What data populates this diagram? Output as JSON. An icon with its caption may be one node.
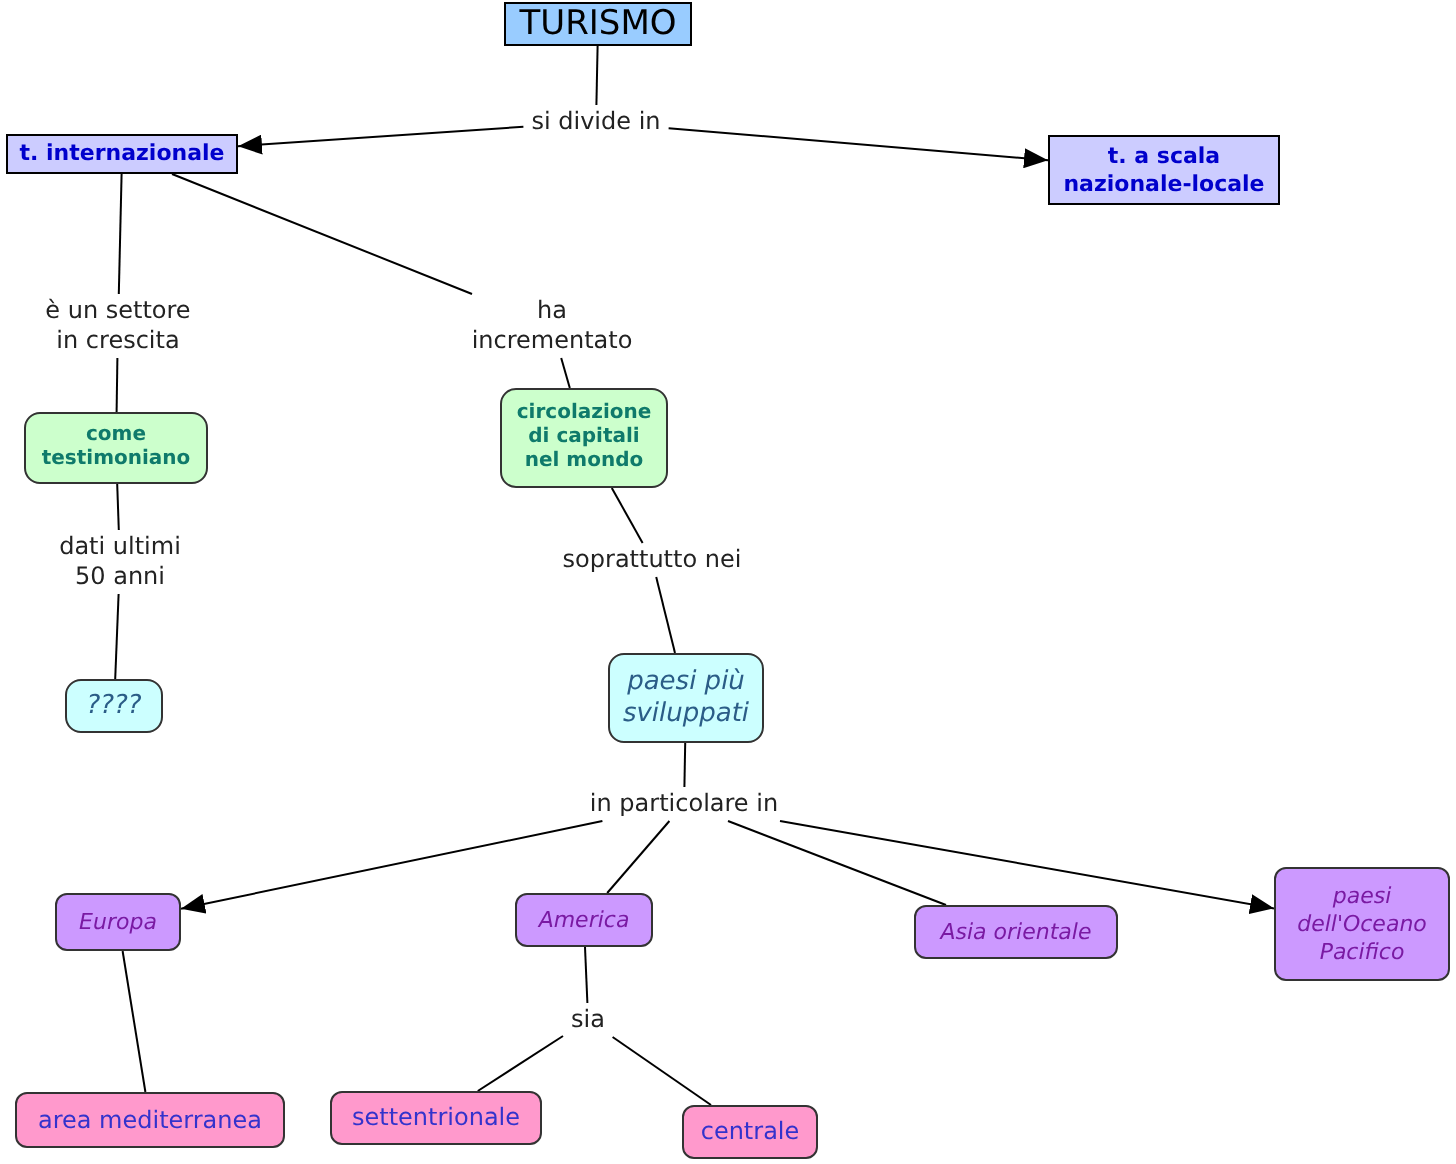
{
  "diagram": {
    "nodes": [
      {
        "text": [
          "TURISMO"
        ]
      },
      {
        "text": [
          "si divide in"
        ]
      },
      {
        "text": [
          "t. internazionale"
        ]
      },
      {
        "text": [
          "t. a scala nazionale-locale"
        ]
      },
      {
        "text": [
          "è un settore in crescita"
        ]
      },
      {
        "text": [
          "ha incrementato"
        ]
      },
      {
        "text": [
          "come testimoniano"
        ]
      },
      {
        "text": [
          "circolazione di capitali nel mondo"
        ]
      },
      {
        "text": [
          "dati ultimi 50 anni"
        ]
      },
      {
        "text": [
          "soprattutto nei"
        ]
      },
      {
        "text": [
          "????"
        ]
      },
      {
        "text": [
          "paesi più sviluppati"
        ]
      },
      {
        "text": [
          "in particolare in"
        ]
      },
      {
        "text": [
          "Europa"
        ]
      },
      {
        "text": [
          "America"
        ]
      },
      {
        "text": [
          "Asia orientale"
        ]
      },
      {
        "text": [
          "paesi dell'Oceano Pacifico"
        ]
      },
      {
        "text": [
          "sia"
        ]
      },
      {
        "text": [
          "area mediterranea"
        ]
      },
      {
        "text": [
          "settentrionale"
        ]
      },
      {
        "text": [
          "centrale"
        ]
      }
    ],
    "edges": [
      {
        "from": 0,
        "to": 1,
        "arrow": "none"
      },
      {
        "from": 1,
        "to": 2,
        "arrow": "to"
      },
      {
        "from": 1,
        "to": 3,
        "arrow": "to"
      },
      {
        "from": 2,
        "to": 4,
        "arrow": "none"
      },
      {
        "from": 2,
        "to": 5,
        "arrow": "none"
      },
      {
        "from": 4,
        "to": 6,
        "arrow": "none"
      },
      {
        "from": 5,
        "to": 7,
        "arrow": "none"
      },
      {
        "from": 6,
        "to": 8,
        "arrow": "none"
      },
      {
        "from": 7,
        "to": 9,
        "arrow": "none"
      },
      {
        "from": 8,
        "to": 10,
        "arrow": "none"
      },
      {
        "from": 9,
        "to": 11,
        "arrow": "none"
      },
      {
        "from": 11,
        "to": 12,
        "arrow": "none"
      },
      {
        "from": 12,
        "to": 13,
        "arrow": "to"
      },
      {
        "from": 12,
        "to": 14,
        "arrow": "none"
      },
      {
        "from": 12,
        "to": 15,
        "arrow": "none"
      },
      {
        "from": 12,
        "to": 16,
        "arrow": "to"
      },
      {
        "from": 13,
        "to": 18,
        "arrow": "none"
      },
      {
        "from": 14,
        "to": 17,
        "arrow": "none"
      },
      {
        "from": 17,
        "to": 19,
        "arrow": "none"
      },
      {
        "from": 17,
        "to": 20,
        "arrow": "none"
      }
    ]
  }
}
